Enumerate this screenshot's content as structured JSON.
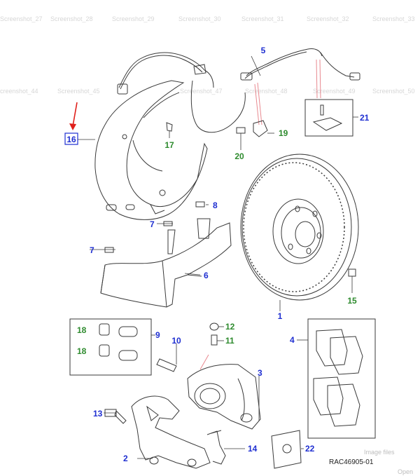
{
  "watermark_top": [
    "Screenshot_27",
    "Screenshot_28",
    "Screenshot_29",
    "Screenshot_30",
    "Screenshot_31",
    "Screenshot_32",
    "Screenshot_33"
  ],
  "watermark_mid": [
    "creenshot_44",
    "Screenshot_45",
    "Screenshot_47",
    "Screenshot_48",
    "Screenshot_49",
    "Screenshot_50"
  ],
  "callouts": {
    "c1": "1",
    "c2": "2",
    "c3": "3",
    "c4": "4",
    "c5": "5",
    "c6": "6",
    "c7a": "7",
    "c7b": "7",
    "c8": "8",
    "c9": "9",
    "c10": "10",
    "c11": "11",
    "c12": "12",
    "c13": "13",
    "c14": "14",
    "c15": "15",
    "c16": "16",
    "c17": "17",
    "c18a": "18",
    "c18b": "18",
    "c19": "19",
    "c20": "20",
    "c21": "21",
    "c22": "22"
  },
  "reference": "RAC46905-01",
  "overlay_labels": {
    "image_files": "Image files",
    "open": "Open"
  },
  "colors": {
    "callout_blue": "#1f2fd1",
    "callout_green": "#2e8b2e",
    "highlight_box": "#1f2fd1",
    "arrow_red": "#e0201b",
    "pink_line": "#e8888f"
  }
}
